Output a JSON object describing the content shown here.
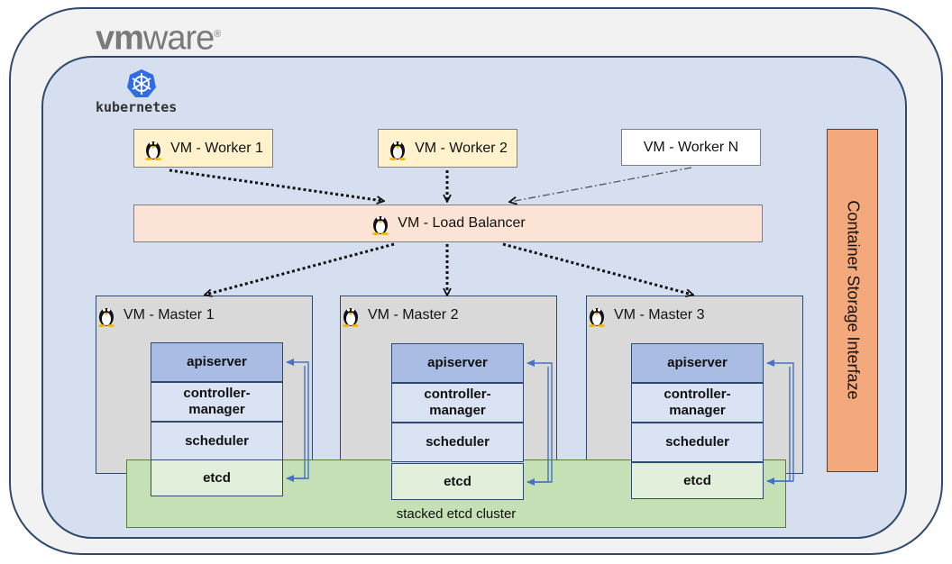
{
  "vmware": {
    "logo_text_a": "vm",
    "logo_text_b": "ware",
    "registered": "®"
  },
  "kubernetes": {
    "label": "kubernetes"
  },
  "workers": [
    {
      "label": "VM - Worker 1"
    },
    {
      "label": "VM - Worker 2"
    },
    {
      "label": "VM - Worker N"
    }
  ],
  "load_balancer": {
    "label": "VM - Load Balancer"
  },
  "masters": [
    {
      "label": "VM - Master 1"
    },
    {
      "label": "VM - Master 2"
    },
    {
      "label": "VM - Master 3"
    }
  ],
  "components": {
    "apiserver": "apiserver",
    "controller_manager_line1": "controller-",
    "controller_manager_line2": "manager",
    "scheduler": "scheduler",
    "etcd": "etcd"
  },
  "etcd_cluster": {
    "label": "stacked etcd cluster"
  },
  "csi": {
    "label": "Container Storage Interfaze"
  },
  "icons": {
    "linux": "tux-penguin-icon",
    "kubernetes": "kubernetes-helm-icon"
  },
  "colors": {
    "outer_bg": "#f2f2f2",
    "k8s_bg": "#d5dff0",
    "worker_bg": "#fff2cc",
    "lb_bg": "#fbe4d5",
    "master_bg": "#d9d9d9",
    "apiserver_bg": "#a9bce3",
    "component_bg": "#dae3f3",
    "etcd_bg": "#e2efda",
    "etcd_cluster_bg": "#c5e0b4",
    "csi_bg": "#f4a97c",
    "arrow_blue": "#4472c4"
  }
}
